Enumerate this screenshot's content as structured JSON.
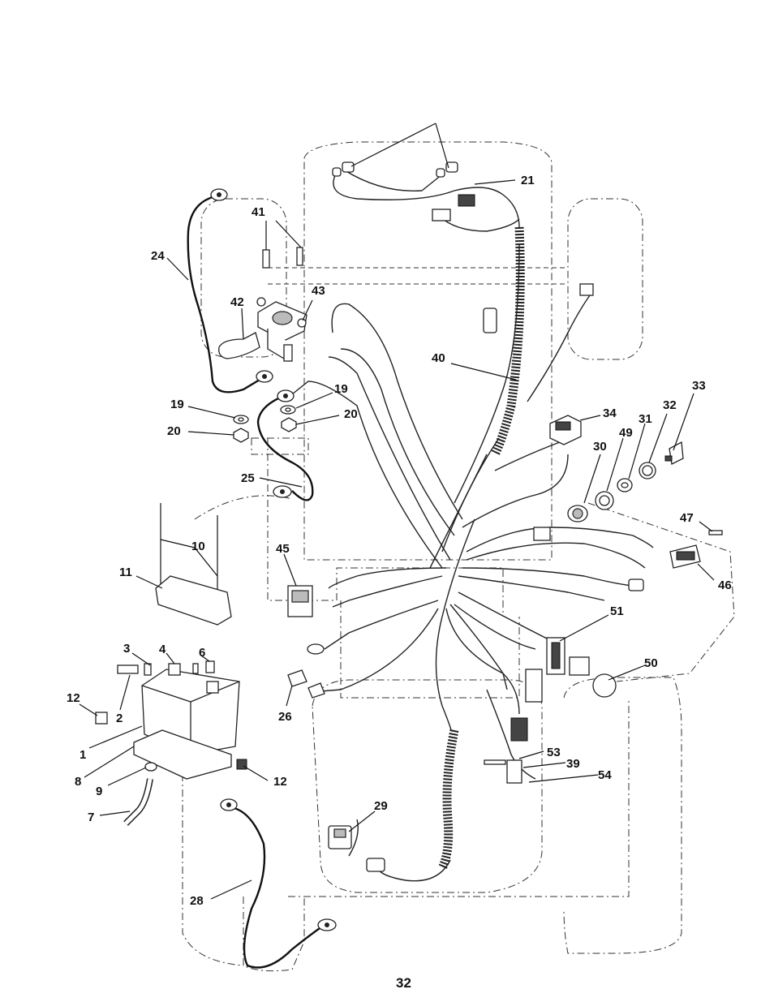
{
  "page": {
    "number": "32"
  },
  "callouts": [
    {
      "id": "c21",
      "text": "21"
    },
    {
      "id": "c24",
      "text": "24"
    },
    {
      "id": "c41",
      "text": "41"
    },
    {
      "id": "c42",
      "text": "42"
    },
    {
      "id": "c43",
      "text": "43"
    },
    {
      "id": "c40",
      "text": "40"
    },
    {
      "id": "c33",
      "text": "33"
    },
    {
      "id": "c32",
      "text": "32"
    },
    {
      "id": "c31",
      "text": "31"
    },
    {
      "id": "c34",
      "text": "34"
    },
    {
      "id": "c49",
      "text": "49"
    },
    {
      "id": "c30",
      "text": "30"
    },
    {
      "id": "c19a",
      "text": "19"
    },
    {
      "id": "c19b",
      "text": "19"
    },
    {
      "id": "c20a",
      "text": "20"
    },
    {
      "id": "c20b",
      "text": "20"
    },
    {
      "id": "c25",
      "text": "25"
    },
    {
      "id": "c10",
      "text": "10"
    },
    {
      "id": "c11",
      "text": "11"
    },
    {
      "id": "c45",
      "text": "45"
    },
    {
      "id": "c47",
      "text": "47"
    },
    {
      "id": "c46",
      "text": "46"
    },
    {
      "id": "c51",
      "text": "51"
    },
    {
      "id": "c50",
      "text": "50"
    },
    {
      "id": "c3",
      "text": "3"
    },
    {
      "id": "c4",
      "text": "4"
    },
    {
      "id": "c6",
      "text": "6"
    },
    {
      "id": "c12a",
      "text": "12"
    },
    {
      "id": "c2",
      "text": "2"
    },
    {
      "id": "c1",
      "text": "1"
    },
    {
      "id": "c26",
      "text": "26"
    },
    {
      "id": "c8",
      "text": "8"
    },
    {
      "id": "c9",
      "text": "9"
    },
    {
      "id": "c12b",
      "text": "12"
    },
    {
      "id": "c7",
      "text": "7"
    },
    {
      "id": "c53",
      "text": "53"
    },
    {
      "id": "c39",
      "text": "39"
    },
    {
      "id": "c54",
      "text": "54"
    },
    {
      "id": "c29",
      "text": "29"
    },
    {
      "id": "c28",
      "text": "28"
    }
  ]
}
